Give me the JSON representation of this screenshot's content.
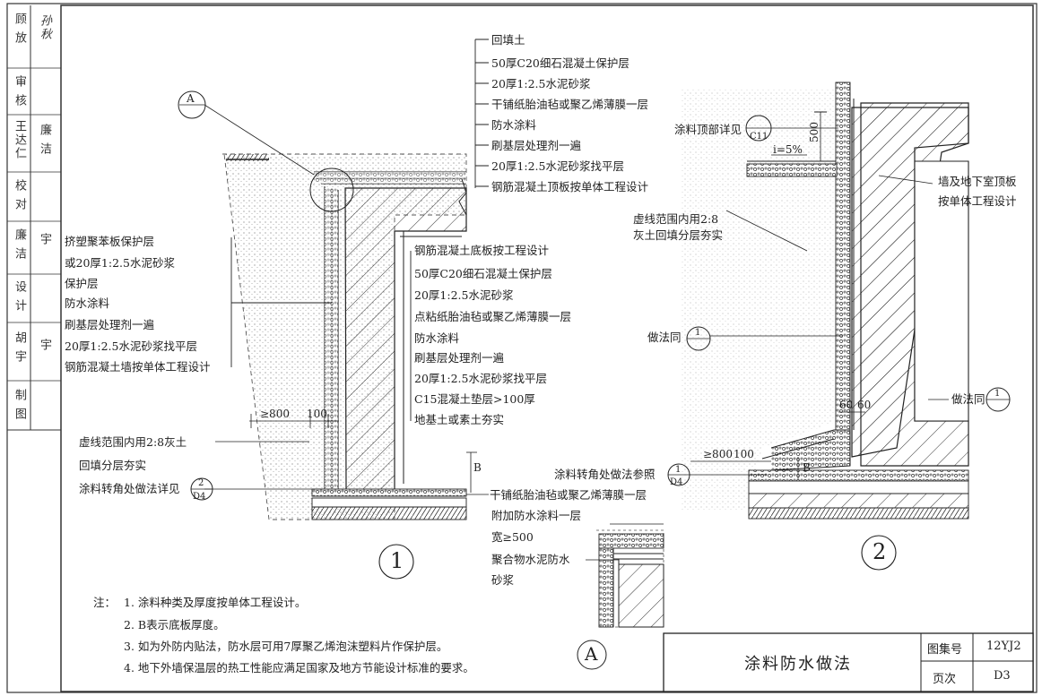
{
  "title_block": {
    "drawing_title": "涂料防水做法",
    "atlas_label": "图集号",
    "atlas_no": "12YJ2",
    "page_label": "页次",
    "page_no": "D3"
  },
  "signature_column": [
    {
      "role": "顾 放",
      "signature": "孙秋"
    },
    {
      "role": "审 核",
      "signature": ""
    },
    {
      "role": "王达仁",
      "signature": "廉 洁"
    },
    {
      "role": "校 对",
      "signature": ""
    },
    {
      "role": "廉 洁",
      "signature": "宇"
    },
    {
      "role": "设 计",
      "signature": ""
    },
    {
      "role": "胡 宇",
      "signature": "宇"
    },
    {
      "role": "制 图",
      "signature": ""
    }
  ],
  "detail1": {
    "number": "1",
    "section_ref": {
      "top": "A",
      "bottom": "—"
    },
    "top_layers": [
      "回填土",
      "50厚C20细石混凝土保护层",
      "20厚1:2.5水泥砂浆",
      "干铺纸胎油毡或聚乙烯薄膜一层",
      "防水涂料",
      "刷基层处理剂一遍",
      "20厚1:2.5水泥砂浆找平层",
      "钢筋混凝土顶板按单体工程设计"
    ],
    "wall_layers": [
      "挤塑聚苯板保护层",
      "或20厚1:2.5水泥砂浆",
      "保护层",
      "防水涂料",
      "刷基层处理剂一遍",
      "20厚1:2.5水泥砂浆找平层",
      "钢筋混凝土墙按单体工程设计"
    ],
    "floor_layers": [
      "钢筋混凝土底板按工程设计",
      "50厚C20细石混凝土保护层",
      "20厚1:2.5水泥砂浆",
      "点粘纸胎油毡或聚乙烯薄膜一层",
      "防水涂料",
      "刷基层处理剂一遍",
      "20厚1:2.5水泥砂浆找平层",
      "C15混凝土垫层>100厚",
      "地基土或素土夯实"
    ],
    "dim_800": "≥800",
    "dim_100": "100",
    "dim_B": "B",
    "backfill_note_1": "虚线范围内用2:8灰土",
    "backfill_note_2": "回填分层夯实",
    "corner_note": "涂料转角处做法详见",
    "corner_ref": {
      "top": "2",
      "bottom": "D4"
    },
    "bottom_note": "干铺纸胎油毡或聚乙烯薄膜一层"
  },
  "detailA": {
    "label": "A",
    "notes": [
      "附加防水涂料一层",
      "宽≥500",
      "聚合物水泥防水",
      "砂浆"
    ]
  },
  "detail2": {
    "number": "2",
    "top_ref_text": "涂料顶部详见",
    "top_ref": {
      "top": "—",
      "bottom": "C11"
    },
    "dim_500": "500",
    "slope": "i=5%",
    "roof_note_1": "墙及地下室顶板",
    "roof_note_2": "按单体工程设计",
    "backfill_1": "虚线范围内用2:8",
    "backfill_2": "灰土回填分层夯实",
    "same_as_text": "做法同",
    "same_ref": {
      "top": "1",
      "bottom": "—"
    },
    "same_as_text2": "做法同",
    "same_ref2": {
      "top": "1",
      "bottom": "—"
    },
    "dim_60a": "60",
    "dim_60b": "60",
    "dim_800": "≥800",
    "dim_100": "100",
    "dim_B": "B",
    "corner_text": "涂料转角处做法参照",
    "corner_ref": {
      "top": "1",
      "bottom": "D4"
    }
  },
  "notes": {
    "prefix": "注：",
    "items": [
      "1. 涂料种类及厚度按单体工程设计。",
      "2. B表示底板厚度。",
      "3. 如为外防内贴法，防水层可用7厚聚乙烯泡沫塑料片作保护层。",
      "4. 地下外墙保温层的热工性能应满足国家及地方节能设计标准的要求。"
    ]
  }
}
